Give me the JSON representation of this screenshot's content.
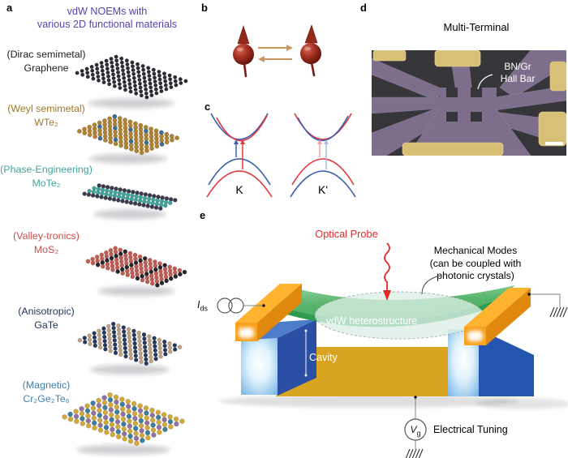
{
  "colors": {
    "title-purple": "#5246ae",
    "band-blue": "#3a5fac",
    "band-red": "#e2373b",
    "band-pink": "#f2a2a6",
    "band-lightblue": "#a9bcdf",
    "eq-arrow-tan": "#c9955c",
    "probe-red": "#e8272b",
    "orange-top": "#ffb32e",
    "orange-side": "#e0890e",
    "orange-front": "#f9a01e",
    "pillar-dark": "#2a4fa5",
    "pillar-darker": "#2456b0",
    "pillar-top": "#4d7cc9",
    "membrane-rim": "#2e9b51",
    "mode-fill": "#dcefe5",
    "gate-gold": "#d9a41f",
    "sem-bg": "#36363a",
    "sem-purple": "#7d6e8b",
    "sem-gold": "#d8c176"
  },
  "panels": {
    "a": {
      "label": "a",
      "title": {
        "line1": "vdW NOEMs with",
        "line2": "various 2D functional materials"
      },
      "materials": [
        {
          "category": "(Dirac semimetal)",
          "name": "Graphene",
          "label_color": "#1c1c22",
          "atoms": [
            "#2c2c34"
          ]
        },
        {
          "category": "(Weyl semimetal)",
          "name": "WTe₂",
          "label_color": "#a0782a",
          "atoms": [
            "#b08332",
            "#3e6e96"
          ]
        },
        {
          "category": "(Phase-Engineering)",
          "name": "MoTe₂",
          "label_color": "#43a49c",
          "atoms": [
            "#3b3b4e",
            "#43a49c"
          ]
        },
        {
          "category": "(Valley-tronics)",
          "name": "MoS₂",
          "label_color": "#c9504e",
          "atoms": [
            "#c25b54",
            "#26262c"
          ]
        },
        {
          "category": "(Anisotropic)",
          "name": "GaTe",
          "label_color": "#22365a",
          "atoms": [
            "#263a5e",
            "#bfa184"
          ]
        },
        {
          "category": "(Magnetic)",
          "name": "Cr₂Ge₂Te₆",
          "label_color": "#4080b0",
          "atoms": [
            "#d4a838",
            "#9272a2",
            "#3e7e9e"
          ]
        }
      ]
    },
    "b": {
      "label": "b"
    },
    "c": {
      "label": "c",
      "valleys": [
        "K",
        "K'"
      ]
    },
    "d": {
      "label": "d",
      "title": "Multi-Terminal",
      "annotation": {
        "line1": "BN/Gr",
        "line2": "Hall Bar"
      }
    },
    "e": {
      "label": "e",
      "optical_probe": "Optical Probe",
      "mechanical_modes": {
        "line1": "Mechanical Modes",
        "line2": "(can be coupled with",
        "line3": "photonic crystals)"
      },
      "membrane_label": "vdW heterostructure",
      "cavity_label": "Cavity",
      "electrical_tuning": "Electrical Tuning",
      "current_source": {
        "symbol": "I",
        "sub": "ds"
      },
      "gate_voltage": {
        "symbol": "V",
        "sub": "g"
      }
    }
  }
}
